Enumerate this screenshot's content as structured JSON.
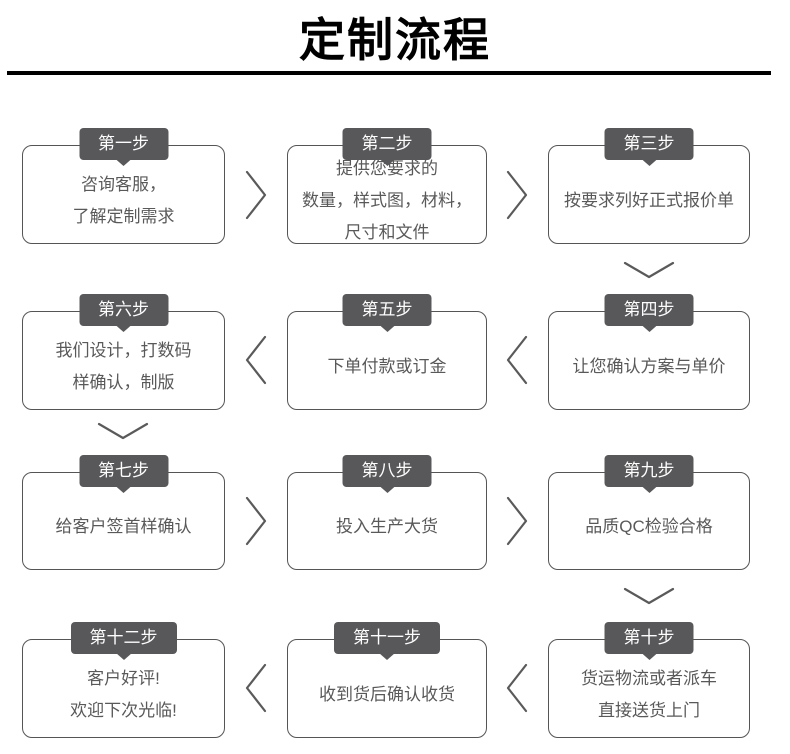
{
  "page": {
    "title": "定制流程"
  },
  "steps": [
    {
      "badge": "第一步",
      "text": "咨询客服，\n了解定制需求"
    },
    {
      "badge": "第二步",
      "text": "提供您要求的\n数量，样式图，材料，\n尺寸和文件"
    },
    {
      "badge": "第三步",
      "text": "按要求列好正式报价单"
    },
    {
      "badge": "第四步",
      "text": "让您确认方案与单价"
    },
    {
      "badge": "第五步",
      "text": "下单付款或订金"
    },
    {
      "badge": "第六步",
      "text": "我们设计，打数码\n样确认，制版"
    },
    {
      "badge": "第七步",
      "text": "给客户签首样确认"
    },
    {
      "badge": "第八步",
      "text": "投入生产大货"
    },
    {
      "badge": "第九步",
      "text": "品质QC检验合格"
    },
    {
      "badge": "第十步",
      "text": "货运物流或者派车\n直接送货上门"
    },
    {
      "badge": "第十一步",
      "text": "收到货后确认收货"
    },
    {
      "badge": "第十二步",
      "text": "客户好评!\n欢迎下次光临!"
    }
  ],
  "icons": {
    "arrow_right": "chevron-right",
    "arrow_left": "chevron-left",
    "arrow_down": "chevron-down"
  },
  "colors": {
    "title_text": "#000000",
    "badge_bg": "#58585a",
    "badge_text": "#fdfdfd",
    "box_border": "#555555",
    "box_text": "#595959",
    "arrow": "#5a5a5a",
    "background": "#ffffff"
  }
}
